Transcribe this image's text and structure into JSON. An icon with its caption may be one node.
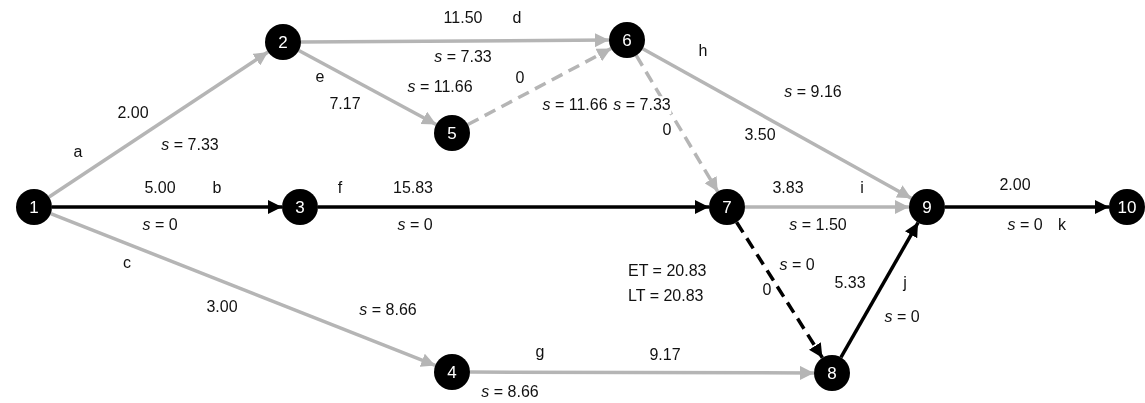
{
  "diagram": {
    "nodes": [
      {
        "text": [
          "1"
        ]
      },
      {
        "text": [
          "2"
        ]
      },
      {
        "text": [
          "3"
        ]
      },
      {
        "text": [
          "4"
        ]
      },
      {
        "text": [
          "5"
        ]
      },
      {
        "text": [
          "6"
        ]
      },
      {
        "text": [
          "7"
        ],
        "beside": [
          "ET = 20.83",
          "LT = 20.83"
        ]
      },
      {
        "text": [
          "8"
        ]
      },
      {
        "text": [
          "9"
        ]
      },
      {
        "text": [
          "10"
        ]
      }
    ],
    "edges": [
      {
        "from": 0,
        "to": 1,
        "arrow": "to",
        "label": "2.00"
      },
      {
        "from": 0,
        "to": 2,
        "arrow": "to",
        "label": "5.00",
        "color": "#000000"
      },
      {
        "from": 0,
        "to": 3,
        "arrow": "to",
        "label": "3.00"
      },
      {
        "from": 1,
        "to": 5,
        "arrow": "to",
        "label": "11.50"
      },
      {
        "from": 1,
        "to": 4,
        "arrow": "to",
        "label": "7.17"
      },
      {
        "from": 4,
        "to": 5,
        "arrow": "to",
        "label": "0",
        "style": "dashed"
      },
      {
        "from": 2,
        "to": 6,
        "arrow": "to",
        "label": "15.83",
        "color": "#000000"
      },
      {
        "from": 3,
        "to": 7,
        "arrow": "to",
        "label": "9.17"
      },
      {
        "from": 5,
        "to": 8,
        "arrow": "to",
        "label": "3.50"
      },
      {
        "from": 5,
        "to": 6,
        "arrow": "to",
        "label": "0",
        "style": "dashed"
      },
      {
        "from": 6,
        "to": 8,
        "arrow": "to",
        "label": "3.83"
      },
      {
        "from": 6,
        "to": 7,
        "arrow": "to",
        "label": "0",
        "style": "dashed",
        "color": "#000000"
      },
      {
        "from": 7,
        "to": 8,
        "arrow": "to",
        "label": "5.33",
        "color": "#000000"
      },
      {
        "from": 8,
        "to": 9,
        "arrow": "to",
        "label": "2.00",
        "color": "#000000"
      }
    ],
    "labels": [
      "d",
      "h",
      "*s* = 7.33",
      "e",
      "*s* = 11.66",
      "*s* = 9.16",
      "*s* = 11.66",
      "*s* = 7.33",
      "*s* = 7.33",
      "a",
      "b",
      "f",
      "i",
      "*s* = 0",
      "*s* = 0",
      "*s* = 1.50",
      "*s* = 0",
      "k",
      "c",
      "*s* = 0",
      "j",
      "*s* = 8.66",
      "*s* = 0",
      "g",
      "*s* = 8.66"
    ]
  }
}
